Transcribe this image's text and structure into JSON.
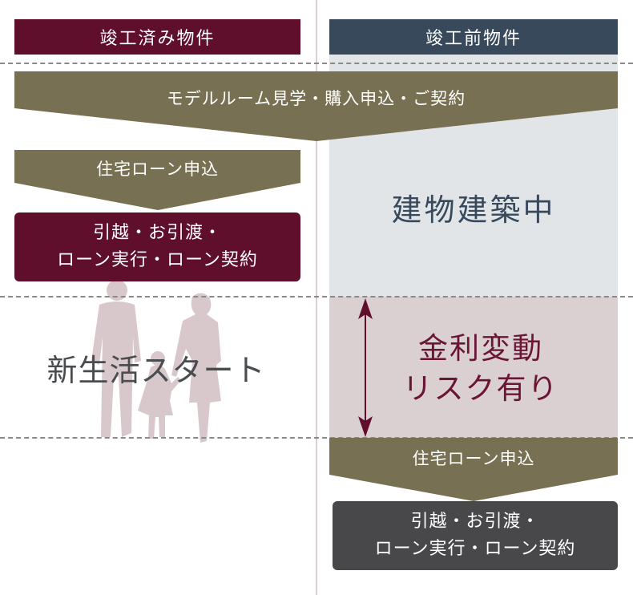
{
  "colors": {
    "maroon": "#5f0e2c",
    "navy": "#37495b",
    "olive": "#777052",
    "light_gray": "#e2e5e8",
    "light_pink": "#dacfd1",
    "dark_gray": "#48474a",
    "silhouette": "#d8c8cc"
  },
  "left": {
    "header": "竣工済み物件",
    "loan_apply": "住宅ローン申込",
    "move_line1": "引越・お引渡・",
    "move_line2": "ローン実行・ローン契約",
    "new_life": "新生活スタート"
  },
  "right": {
    "header": "竣工前物件",
    "construction": "建物建築中",
    "risk_line1": "金利変動",
    "risk_line2": "リスク有り",
    "loan_apply": "住宅ローン申込",
    "move_line1": "引越・お引渡・",
    "move_line2": "ローン実行・ローン契約"
  },
  "shared": {
    "model_room": "モデルルーム見学・購入申込・ご契約"
  },
  "icons": [
    "family-silhouette-icon",
    "double-arrow-icon"
  ]
}
